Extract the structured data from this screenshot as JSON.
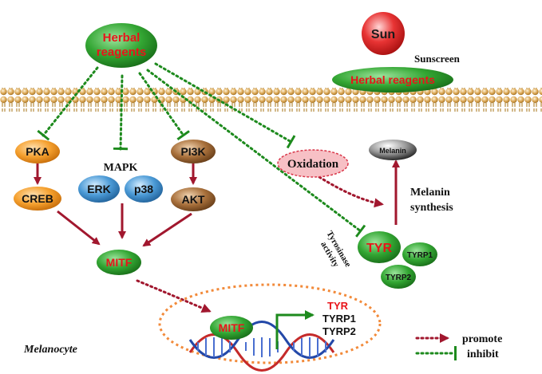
{
  "labels": {
    "herbal_line1": "Herbal",
    "herbal_line2": "reagents",
    "sun": "Sun",
    "sunscreen": "Sunscreen",
    "herbal_bar": "Herbal reagents",
    "pka": "PKA",
    "creb": "CREB",
    "mapk": "MAPK",
    "erk": "ERK",
    "p38": "p38",
    "pi3k": "PI3K",
    "akt": "AKT",
    "mitf": "MITF",
    "oxidation": "Oxidation",
    "melanin": "Melanin",
    "melanin_synth_1": "Melanin",
    "melanin_synth_2": "synthesis",
    "tyrosinase_1": "Tyrosinase",
    "tyrosinase_2": "activity",
    "tyr": "TYR",
    "tyrp1": "TYRP1",
    "tyrp2": "TYRP2",
    "mitf_dna": "MITF",
    "gene_tyr": "TYR",
    "gene_tyrp1": "TYRP1",
    "gene_tyrp2": "TYRP2",
    "melanocyte": "Melanocyte",
    "legend_promote": "promote",
    "legend_inhibit": "inhibit"
  },
  "colors": {
    "green_node": "#2e9e2e",
    "red_text": "#e8141a",
    "orange_node": "#f3951f",
    "blue_node": "#3a8fce",
    "brown_node": "#8a5a2b",
    "arrow_red": "#a1172e",
    "inhibit_green": "#1d8a1d",
    "membrane": "#c8923c",
    "oxidation_fill": "#f7c0c5",
    "dna_orange": "#f28a3a"
  },
  "icons": [
    "sun-icon",
    "melanin-granule-icon",
    "cell-membrane",
    "dna-helix-icon",
    "gene-arrow-icon"
  ]
}
